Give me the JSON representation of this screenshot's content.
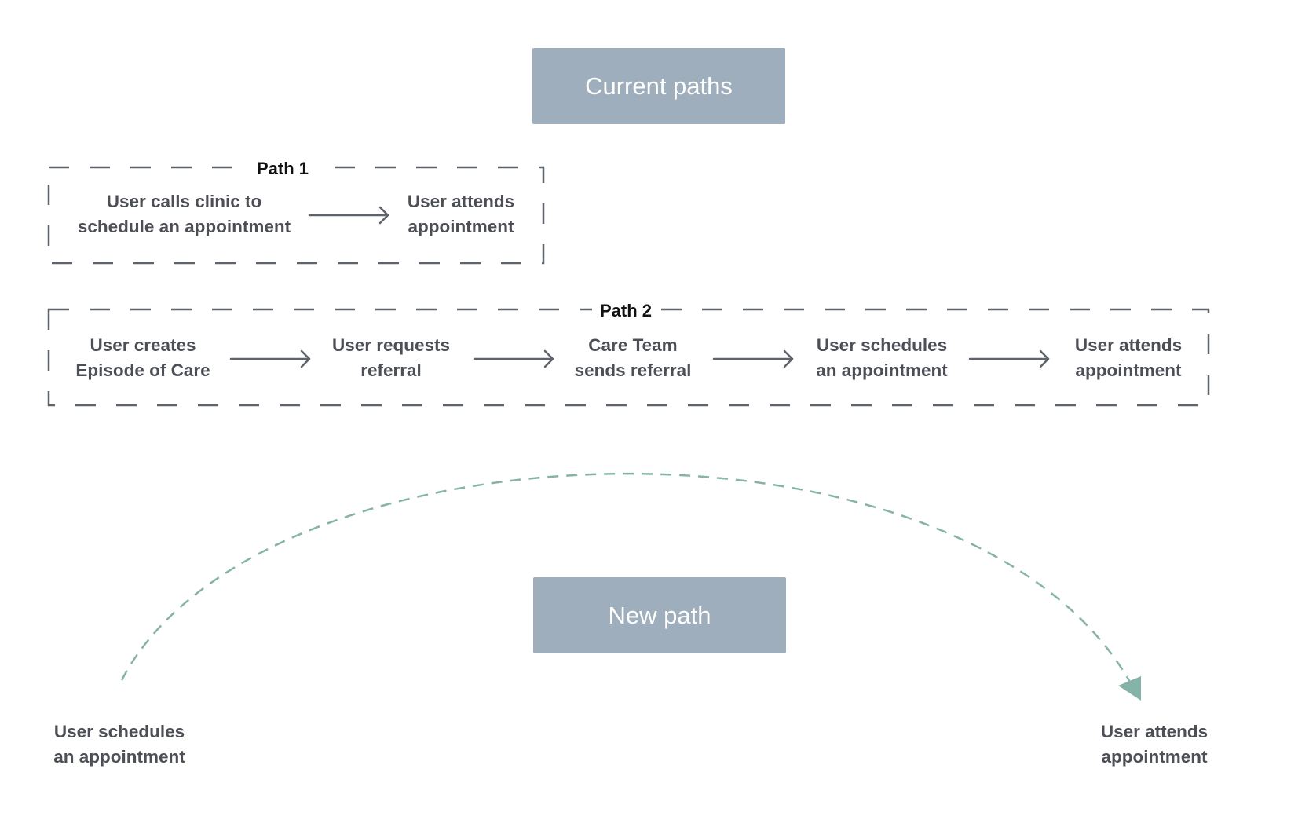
{
  "current_heading": "Current paths",
  "new_heading": "New path",
  "path1": {
    "title": "Path 1",
    "steps": [
      "User calls clinic to\nschedule an appointment",
      "User attends\nappointment"
    ]
  },
  "path2": {
    "title": "Path 2",
    "steps": [
      "User creates\nEpisode of Care",
      "User requests\nreferral",
      "Care Team\nsends referral",
      "User schedules\nan appointment",
      "User attends\nappointment"
    ]
  },
  "new_path": {
    "start": "User schedules\nan appointment",
    "end": "User attends\nappointment"
  },
  "colors": {
    "header_bg": "#9eaebc",
    "header_text": "#ffffff",
    "step_text": "#4d4f56",
    "dashed_border": "#5f636b",
    "arrow": "#5f636b",
    "curve": "#86b3a7"
  }
}
